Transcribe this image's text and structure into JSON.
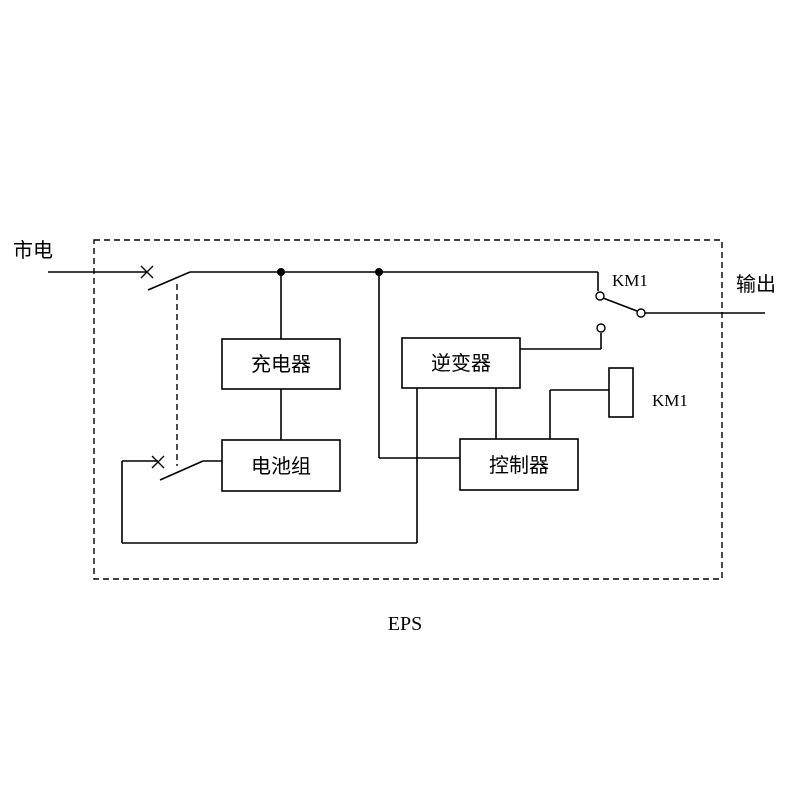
{
  "labels": {
    "mains": "市电",
    "output": "输出",
    "charger": "充电器",
    "inverter": "逆变器",
    "battery": "电池组",
    "controller": "控制器",
    "km1_switch": "KM1",
    "km1_coil": "KM1",
    "system": "EPS"
  }
}
